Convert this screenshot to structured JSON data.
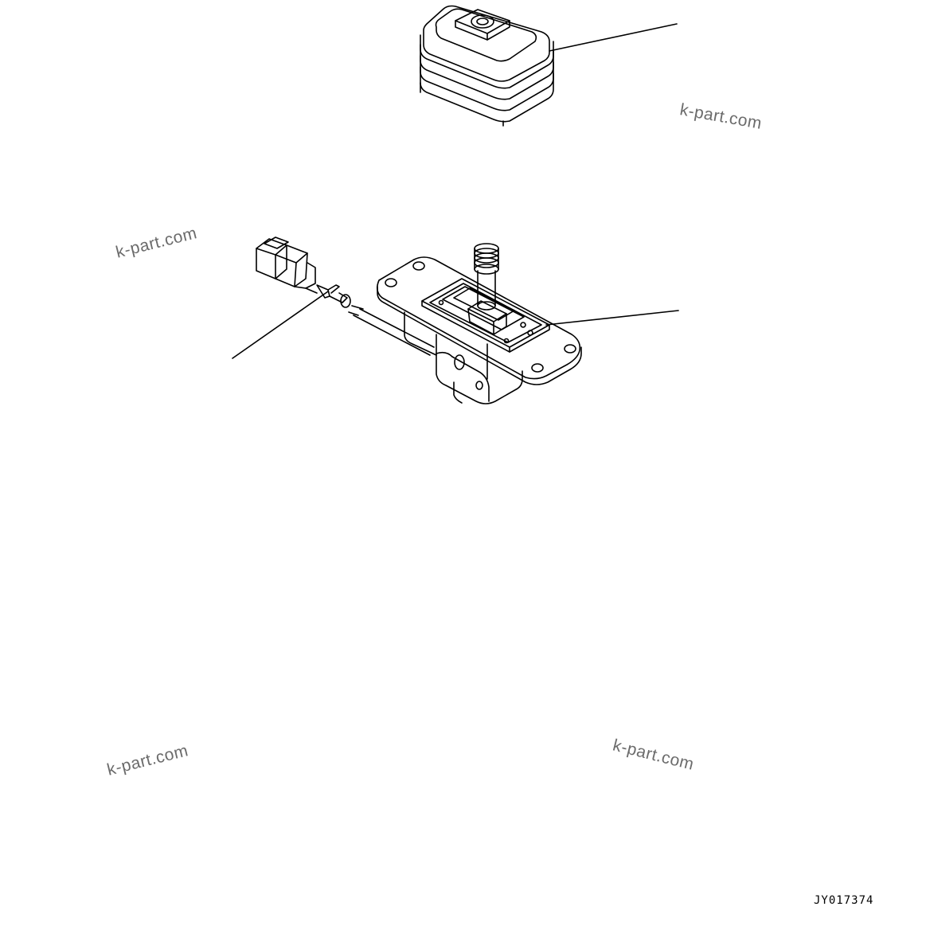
{
  "watermark": {
    "text_1": "k-part.com",
    "text_2": "k-part.com",
    "text_3": "k-part.com",
    "text_4": "k-part.com"
  },
  "drawing_code": "JY017374",
  "colors": {
    "line": "#000000",
    "watermark": "#6b6b6b",
    "background": "#ffffff"
  }
}
